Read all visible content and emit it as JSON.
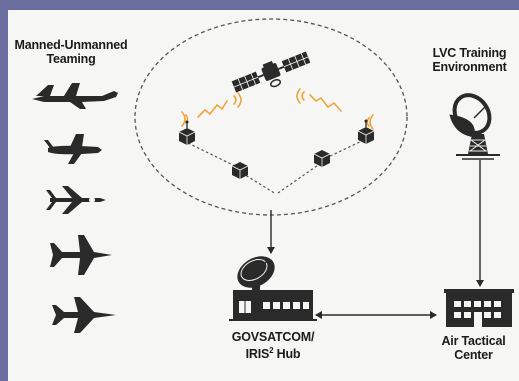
{
  "labels": {
    "teaming_line1": "Manned-Unmanned",
    "teaming_line2": "Teaming",
    "lvc_line1": "LVC Training",
    "lvc_line2": "Environment",
    "hub_line1": "GOVSATCOM/",
    "hub_line2_prefix": "IRIS",
    "hub_line2_sup": "2",
    "hub_line2_suffix": " Hub",
    "atc_line1": "Air Tactical",
    "atc_line2": "Center"
  },
  "colors": {
    "page_border": "#6a6d9e",
    "background": "#f6f6f4",
    "ink": "#2a2a2a",
    "signal_wave": "#f0a53a"
  },
  "icons": [
    "satellite-icon",
    "fighter-jet-icon",
    "drone-icon",
    "satellite-dish-icon",
    "radar-tower-icon",
    "building-icon",
    "network-node-icon",
    "signal-wave-icon"
  ]
}
